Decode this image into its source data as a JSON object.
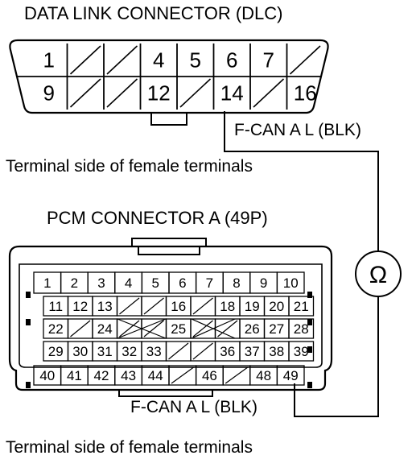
{
  "dlc": {
    "title": "DATA LINK CONNECTOR (DLC)",
    "top_row": [
      "1",
      "",
      "",
      "4",
      "5",
      "6",
      "7",
      ""
    ],
    "bottom_row": [
      "9",
      "",
      "",
      "12",
      "",
      "14",
      "",
      "16"
    ],
    "caption": "Terminal side of female terminals",
    "wire_label": "F-CAN A L (BLK)"
  },
  "pcm": {
    "title": "PCM CONNECTOR A (49P)",
    "rows": [
      [
        "1",
        "2",
        "3",
        "4",
        "5",
        "6",
        "7",
        "8",
        "9",
        "10"
      ],
      [
        "11",
        "12",
        "13",
        "",
        "",
        "16",
        "",
        "18",
        "19",
        "20",
        "21"
      ],
      [
        "22",
        "",
        "24",
        "",
        "",
        "25",
        "",
        "",
        "26",
        "27",
        "28"
      ],
      [
        "29",
        "30",
        "31",
        "32",
        "33",
        "",
        "",
        "36",
        "37",
        "38",
        "39"
      ],
      [
        "40",
        "41",
        "42",
        "43",
        "44",
        "",
        "46",
        "",
        "48",
        "49"
      ]
    ],
    "wire_label": "F-CAN A L (BLK)",
    "caption": "Terminal side of female terminals"
  },
  "meter": {
    "symbol": "Ω",
    "icon": "ohmmeter-icon"
  }
}
